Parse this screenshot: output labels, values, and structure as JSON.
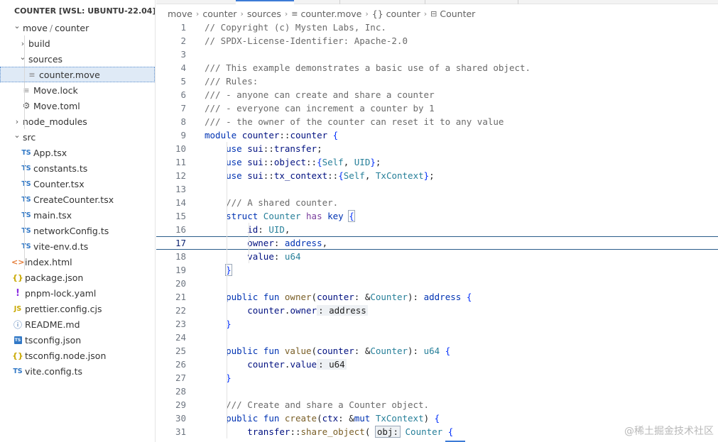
{
  "explorer": {
    "header": "COUNTER [WSL: UBUNTU-22.04]",
    "items": [
      {
        "label": "move",
        "label2": "counter",
        "indent": 0,
        "type": "folder-open"
      },
      {
        "label": "build",
        "indent": 1,
        "type": "folder-closed"
      },
      {
        "label": "sources",
        "indent": 1,
        "type": "folder-open"
      },
      {
        "label": "counter.move",
        "indent": 2,
        "type": "file-doc",
        "selected": true
      },
      {
        "label": "Move.lock",
        "indent": 1,
        "type": "file-doc"
      },
      {
        "label": "Move.toml",
        "indent": 1,
        "type": "file-gear"
      },
      {
        "label": "node_modules",
        "indent": 0,
        "type": "folder-closed"
      },
      {
        "label": "src",
        "indent": 0,
        "type": "folder-open"
      },
      {
        "label": "App.tsx",
        "indent": 1,
        "type": "ts"
      },
      {
        "label": "constants.ts",
        "indent": 1,
        "type": "ts"
      },
      {
        "label": "Counter.tsx",
        "indent": 1,
        "type": "ts"
      },
      {
        "label": "CreateCounter.tsx",
        "indent": 1,
        "type": "ts"
      },
      {
        "label": "main.tsx",
        "indent": 1,
        "type": "ts"
      },
      {
        "label": "networkConfig.ts",
        "indent": 1,
        "type": "ts"
      },
      {
        "label": "vite-env.d.ts",
        "indent": 1,
        "type": "ts"
      },
      {
        "label": "index.html",
        "indent": 0,
        "type": "html"
      },
      {
        "label": "package.json",
        "indent": 0,
        "type": "json"
      },
      {
        "label": "pnpm-lock.yaml",
        "indent": 0,
        "type": "yaml"
      },
      {
        "label": "prettier.config.cjs",
        "indent": 0,
        "type": "js"
      },
      {
        "label": "README.md",
        "indent": 0,
        "type": "info"
      },
      {
        "label": "tsconfig.json",
        "indent": 0,
        "type": "tsconfig"
      },
      {
        "label": "tsconfig.node.json",
        "indent": 0,
        "type": "json"
      },
      {
        "label": "vite.config.ts",
        "indent": 0,
        "type": "ts"
      }
    ]
  },
  "breadcrumb": [
    "move",
    "counter",
    "sources",
    "counter.move",
    "{} counter",
    "Counter"
  ],
  "editor": {
    "current_line": 17,
    "lines": [
      {
        "n": 1,
        "html": "<span class=\"cm\">// Copyright (c) Mysten Labs, Inc.</span>"
      },
      {
        "n": 2,
        "html": "<span class=\"cm\">// SPDX-License-Identifier: Apache-2.0</span>"
      },
      {
        "n": 3,
        "html": ""
      },
      {
        "n": 4,
        "html": "<span class=\"cm\">/// This example demonstrates a basic use of a shared object.</span>"
      },
      {
        "n": 5,
        "html": "<span class=\"cm\">/// Rules:</span>"
      },
      {
        "n": 6,
        "html": "<span class=\"cm\">/// - anyone can create and share a counter</span>"
      },
      {
        "n": 7,
        "html": "<span class=\"cm\">/// - everyone can increment a counter by 1</span>"
      },
      {
        "n": 8,
        "html": "<span class=\"cm\">/// - the owner of the counter can reset it to any value</span>"
      },
      {
        "n": 9,
        "html": "<span class=\"kwb\">module</span> <span class=\"id\">counter</span>::<span class=\"id\">counter</span> <span class=\"br\">{</span>"
      },
      {
        "n": 10,
        "html": "    <span class=\"kwb\">use</span> <span class=\"id\">sui</span>::<span class=\"id\">transfer</span>;"
      },
      {
        "n": 11,
        "html": "    <span class=\"kwb\">use</span> <span class=\"id\">sui</span>::<span class=\"id\">object</span>::<span class=\"br\">{</span><span class=\"ty\">Self</span>, <span class=\"ty\">UID</span><span class=\"br\">}</span>;"
      },
      {
        "n": 12,
        "html": "    <span class=\"kwb\">use</span> <span class=\"id\">sui</span>::<span class=\"id\">tx_context</span>::<span class=\"br\">{</span><span class=\"ty\">Self</span>, <span class=\"ty\">TxContext</span><span class=\"br\">}</span>;"
      },
      {
        "n": 13,
        "html": ""
      },
      {
        "n": 14,
        "html": "    <span class=\"cm\">/// A shared counter.</span>"
      },
      {
        "n": 15,
        "html": "    <span class=\"kwb\">struct</span> <span class=\"ty\">Counter</span> <span class=\"kw\">has</span> <span class=\"kwb\">key</span> <span class=\"brm\">{</span>"
      },
      {
        "n": 16,
        "html": "        <span class=\"id\">id</span>: <span class=\"ty\">UID</span>,"
      },
      {
        "n": 17,
        "html": "        <span class=\"id\">owner</span>: <span class=\"kwb\">address</span>,"
      },
      {
        "n": 18,
        "html": "        <span class=\"id\">value</span>: <span class=\"ty\">u64</span>"
      },
      {
        "n": 19,
        "html": "    <span class=\"brm\">}</span>"
      },
      {
        "n": 20,
        "html": ""
      },
      {
        "n": 21,
        "html": "    <span class=\"kwb\">public</span> <span class=\"kwb\">fun</span> <span class=\"fn\">owner</span>(<span class=\"id\">counter</span>: &amp;<span class=\"ty\">Counter</span>): <span class=\"kwb\">address</span> <span class=\"br\">{</span>"
      },
      {
        "n": 22,
        "html": "        <span class=\"id\">counter</span>.<span class=\"id\">owner</span><span class=\"hint\">: address</span>"
      },
      {
        "n": 23,
        "html": "    <span class=\"br\">}</span>"
      },
      {
        "n": 24,
        "html": ""
      },
      {
        "n": 25,
        "html": "    <span class=\"kwb\">public</span> <span class=\"kwb\">fun</span> <span class=\"fn\">value</span>(<span class=\"id\">counter</span>: &amp;<span class=\"ty\">Counter</span>): <span class=\"ty\">u64</span> <span class=\"br\">{</span>"
      },
      {
        "n": 26,
        "html": "        <span class=\"id\">counter</span>.<span class=\"id\">value</span><span class=\"hint\">: u64</span>"
      },
      {
        "n": 27,
        "html": "    <span class=\"br\">}</span>"
      },
      {
        "n": 28,
        "html": ""
      },
      {
        "n": 29,
        "html": "    <span class=\"cm\">/// Create and share a Counter object.</span>"
      },
      {
        "n": 30,
        "html": "    <span class=\"kwb\">public</span> <span class=\"kwb\">fun</span> <span class=\"fn\">create</span>(<span class=\"id\">ctx</span>: &amp;<span class=\"kwb\">mut</span> <span class=\"ty\">TxContext</span>) <span class=\"br\">{</span>"
      },
      {
        "n": 31,
        "html": "        <span class=\"id\">transfer</span>::<span class=\"fn\">share_object</span>( <span class=\"hint hint-outline\">obj:</span> <span class=\"ty\">Counter</span> <span class=\"br\">{</span>"
      }
    ]
  },
  "watermark": "@稀土掘金技术社区"
}
